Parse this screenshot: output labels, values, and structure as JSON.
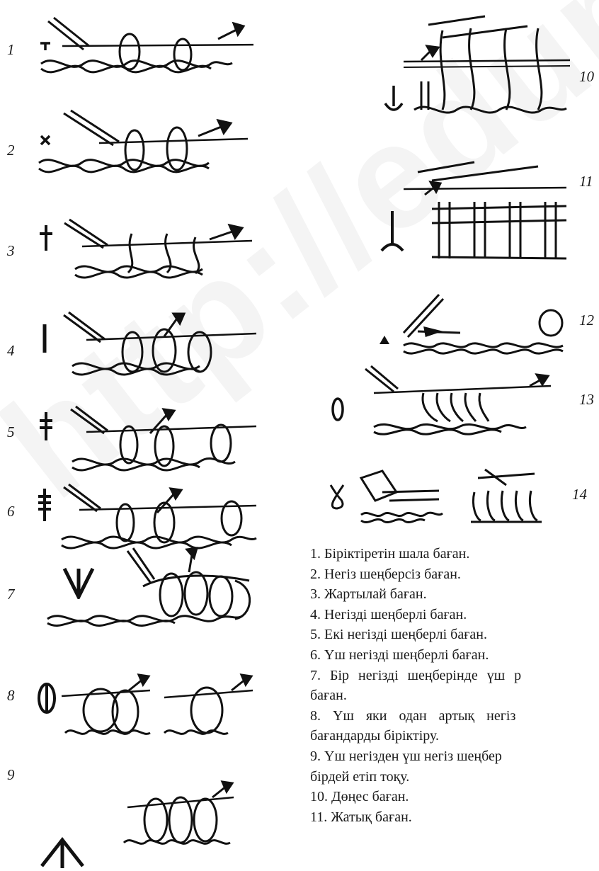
{
  "numbers": {
    "n1": "1",
    "n2": "2",
    "n3": "3",
    "n4": "4",
    "n5": "5",
    "n6": "6",
    "n7": "7",
    "n8": "8",
    "n9": "9",
    "n10": "10",
    "n11": "11",
    "n12": "12",
    "n13": "13",
    "n14": "14"
  },
  "symbols": {
    "s1": "slip-stitch-symbol",
    "s2": "single-crochet-symbol",
    "s3": "half-double-crochet-symbol",
    "s4": "double-crochet-symbol",
    "s5": "treble-crochet-symbol",
    "s6": "double-treble-symbol",
    "s7": "three-in-one-symbol",
    "s8": "cluster-symbol",
    "s9": "decrease-symbol",
    "s10": "post-stitch-front-symbol",
    "s11": "post-stitch-back-symbol",
    "s12": "bobble-symbol",
    "s13": "puff-stitch-symbol",
    "s14": "picot-symbol"
  },
  "legend": [
    "1. Біріктіретін шала баған.",
    "2. Негіз шеңберсіз баған.",
    "3. Жартылай баған.",
    "4. Негізді шеңберлі баған.",
    "5. Екі негізді шеңберлі баған.",
    "6. Үш негізді шеңберлі баған.",
    "7. Бір негізді шеңберінде үш р",
    "баған.",
    "8. Үш яки одан артық негіз",
    "бағандарды біріктіру.",
    "9. Үш негізден үш негіз шеңбер",
    "бірдей етіп тоқу.",
    "10. Дөңес баған.",
    "11. Жатық баған."
  ],
  "watermark": "http://edumarta"
}
